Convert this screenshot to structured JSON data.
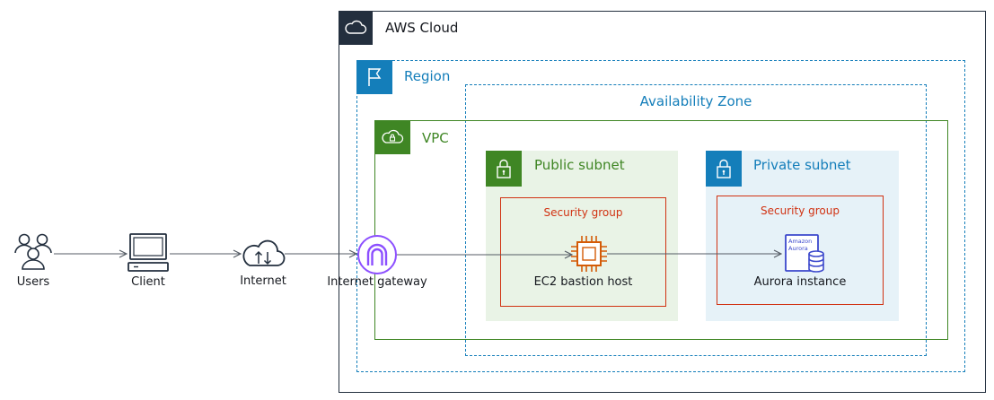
{
  "colors": {
    "cloud": "#232f3e",
    "region": "#147eba",
    "az": "#147eba",
    "vpc": "#3f8624",
    "public_fill": "#e9f3e6",
    "private_fill": "#e6f2f8",
    "security_group": "#d13212",
    "compute": "#d45b07",
    "database": "#3b48cc",
    "gateway": "#8c4fff",
    "arrow": "#545b64"
  },
  "groups": {
    "aws_cloud": {
      "title": "AWS Cloud",
      "icon": "cloud-icon"
    },
    "region": {
      "title": "Region",
      "icon": "flag-icon"
    },
    "availability_zone": {
      "title": "Availability Zone"
    },
    "vpc": {
      "title": "VPC",
      "icon": "vpc-cloud-lock-icon"
    },
    "public_subnet": {
      "title": "Public subnet",
      "icon": "lock-icon"
    },
    "private_subnet": {
      "title": "Private subnet",
      "icon": "lock-icon"
    },
    "security_group_public": {
      "title": "Security group"
    },
    "security_group_private": {
      "title": "Security group"
    }
  },
  "nodes": {
    "users": {
      "label": "Users",
      "icon": "users-icon"
    },
    "client": {
      "label": "Client",
      "icon": "laptop-icon"
    },
    "internet": {
      "label": "Internet",
      "icon": "internet-cloud-icon"
    },
    "internet_gateway": {
      "label": "Internet gateway",
      "icon": "internet-gateway-icon"
    },
    "ec2": {
      "label": "EC2 bastion host",
      "icon": "ec2-chip-icon"
    },
    "aurora": {
      "label": "Aurora instance",
      "icon": "aurora-db-icon",
      "icon_text": [
        "Amazon",
        "Aurora"
      ]
    }
  }
}
